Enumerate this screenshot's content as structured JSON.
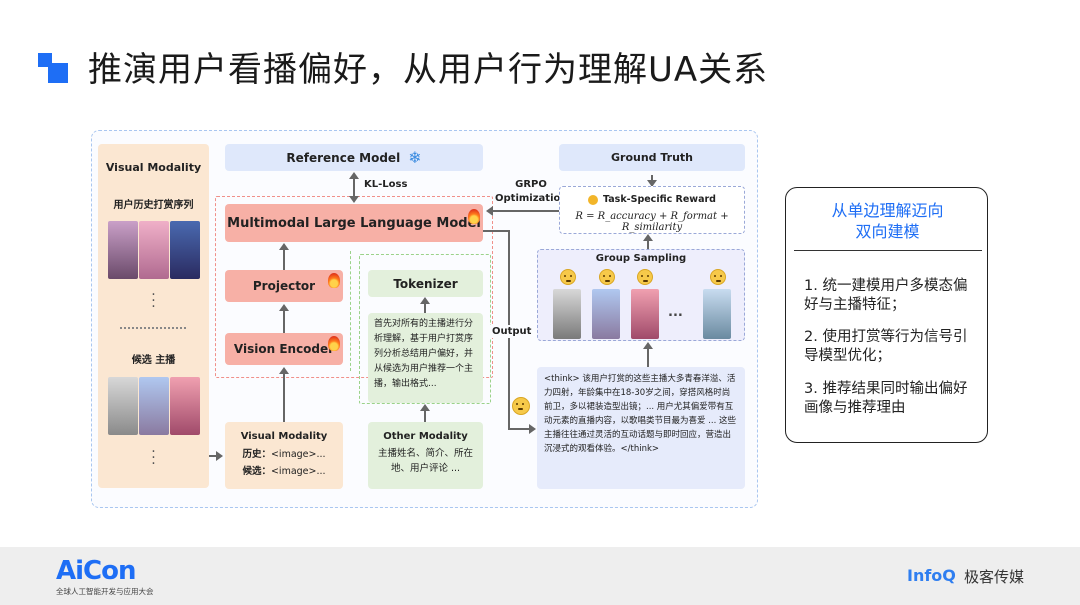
{
  "slide": {
    "title": "推演用户看播偏好，从用户行为理解UA关系"
  },
  "diagram": {
    "visual_modality_title": "Visual Modality",
    "history_sequence_label": "用户历史打赏序列",
    "candidate_label": "候选 主播",
    "reference_model": "Reference Model",
    "kl_loss": "KL-Loss",
    "grpo_line1": "GRPO",
    "grpo_line2": "Optimization",
    "mllm": "Multimodal Large Language Model",
    "projector": "Projector",
    "vision_encoder": "Vision Encoder",
    "tokenizer": "Tokenizer",
    "prompt_text": "首先对所有的主播进行分析理解，基于用户打赏序列分析总结用户偏好，并从候选为用户推荐一个主播，输出格式...",
    "visual_modality_box_title": "Visual Modality",
    "history_key": "历史：",
    "history_val": "<image>...",
    "candidate_key": "候选：",
    "candidate_val": "<image>...",
    "other_modality_title": "Other Modality",
    "other_modality_text": "主播姓名、简介、所在地、用户评论 ...",
    "output_label": "Output",
    "ground_truth": "Ground Truth",
    "task_reward": "Task-Specific Reward",
    "reward_formula": "R = R_accuracy + R_format + R_similarity",
    "group_sampling": "Group Sampling",
    "ellipsis": "...",
    "think_text": "<think> 该用户打赏的这些主播大多青春洋溢、活力四射，年龄集中在18-30岁之间，穿搭风格时尚前卫，多以裙装造型出镜；... 用户尤其偏爱带有互动元素的直播内容，以歌唱类节目最为喜爱 ... 这些主播往往通过灵活的互动话题与即时回应，营造出沉浸式的观看体验。</think>"
  },
  "right_panel": {
    "title_line1": "从单边理解迈向",
    "title_line2": "双向建模",
    "items": [
      "1. 统一建模用户多模态偏好与主播特征；",
      "2. 使用打赏等行为信号引导模型优化；",
      "3. 推荐结果同时输出偏好画像与推荐理由"
    ]
  },
  "footer": {
    "aicon": "AiCon",
    "aicon_sub": "全球人工智能开发与应用大会",
    "infoq": "InfoQ",
    "infoq_cn": "极客传媒"
  },
  "colors": {
    "accent": "#1e6ef5",
    "mllm_fill": "#f7b0a6",
    "input_fill": "#fbe7d2",
    "text_fill": "#e3f0dc",
    "model_fill": "#dfe8fb"
  }
}
